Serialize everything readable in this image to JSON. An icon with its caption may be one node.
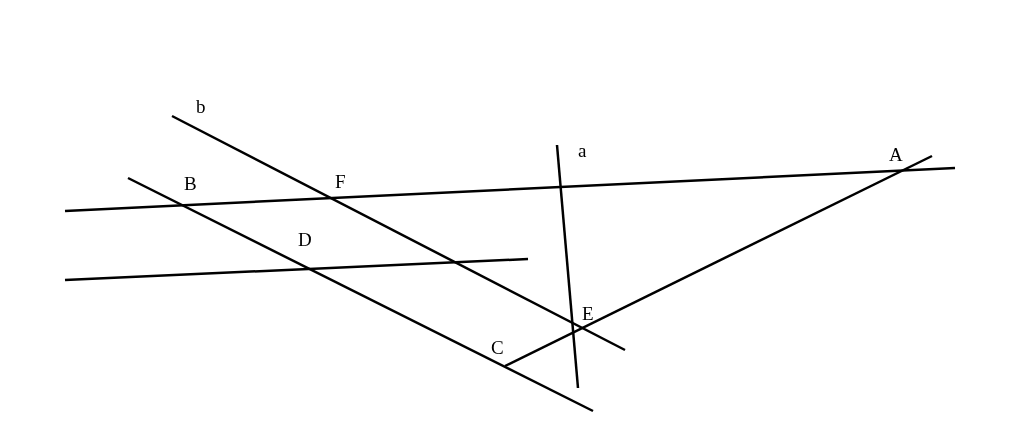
{
  "diagram": {
    "labels": [
      "b",
      "a",
      "A",
      "F",
      "B",
      "D",
      "E",
      "C"
    ]
  }
}
